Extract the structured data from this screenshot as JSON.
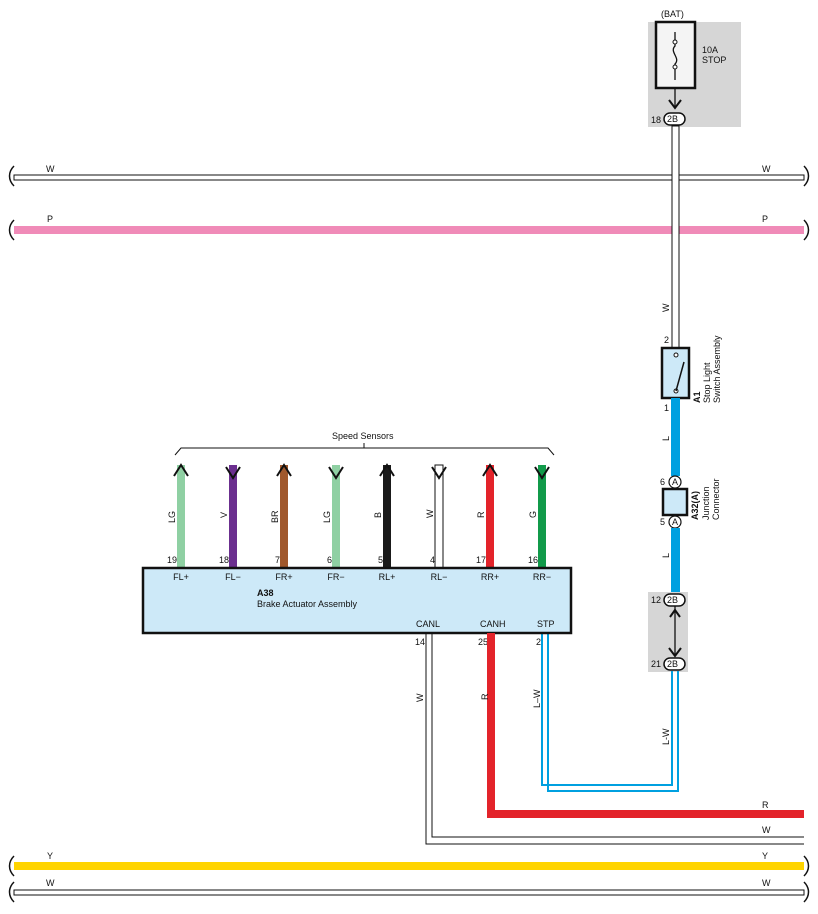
{
  "fuse": {
    "source": "(BAT)",
    "rating": "10A",
    "name": "STOP",
    "connector_pin": "18",
    "connector_code": "2B"
  },
  "bus_wires": {
    "top_left": "W",
    "top_right": "W",
    "pink_left": "P",
    "pink_right": "P",
    "yellow_left": "Y",
    "yellow_right": "Y",
    "bottom_left": "W",
    "bottom_right": "W"
  },
  "stop_switch": {
    "feed_wire": "W",
    "pin_in": "2",
    "pin_out": "1",
    "id": "A1",
    "name_line1": "Stop Light",
    "name_line2": "Switch Assembly",
    "out_wire": "L"
  },
  "junction": {
    "pin_top": "6",
    "pin_bottom": "5",
    "pin_code": "A",
    "id": "A32(A)",
    "name_line1": "Junction",
    "name_line2": "Connector",
    "out_wire": "L"
  },
  "connector_2b": {
    "pin_top": "12",
    "pin_bottom": "21",
    "code": "2B",
    "out_wire": "L-W"
  },
  "actuator": {
    "id": "A38",
    "name": "Brake Actuator Assembly",
    "group_label": "Speed Sensors",
    "sensors": [
      {
        "wire": "LG",
        "pin": "19",
        "terminal": "FL+",
        "color": "#8fd0a3",
        "arrow": "up"
      },
      {
        "wire": "V",
        "pin": "18",
        "terminal": "FL−",
        "color": "#6b2f8f",
        "arrow": "down"
      },
      {
        "wire": "BR",
        "pin": "7",
        "terminal": "FR+",
        "color": "#a0582c",
        "arrow": "up"
      },
      {
        "wire": "LG",
        "pin": "6",
        "terminal": "FR−",
        "color": "#8fd0a3",
        "arrow": "down"
      },
      {
        "wire": "B",
        "pin": "5",
        "terminal": "RL+",
        "color": "#1a1a1a",
        "arrow": "up"
      },
      {
        "wire": "W",
        "pin": "4",
        "terminal": "RL−",
        "color": "#ffffff",
        "arrow": "down"
      },
      {
        "wire": "R",
        "pin": "17",
        "terminal": "RR+",
        "color": "#e3232a",
        "arrow": "up"
      },
      {
        "wire": "G",
        "pin": "16",
        "terminal": "RR−",
        "color": "#119a4a",
        "arrow": "down"
      }
    ],
    "bottom_terminals": [
      {
        "terminal": "CANL",
        "pin": "14",
        "wire": "W"
      },
      {
        "terminal": "CANH",
        "pin": "25",
        "wire": "R"
      },
      {
        "terminal": "STP",
        "pin": "2",
        "wire": "L–W"
      }
    ]
  },
  "right_labels": {
    "r": "R",
    "w": "W"
  },
  "colors": {
    "pink": "#f08bb8",
    "yellow": "#ffd400",
    "blue": "#00a0e0",
    "red": "#e3232a",
    "box_fill": "#cde9f8",
    "gray_box": "#d6d6d6"
  }
}
